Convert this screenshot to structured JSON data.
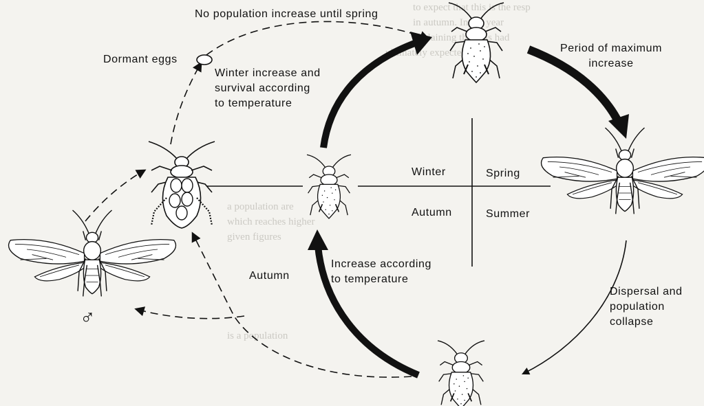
{
  "labels": {
    "no_increase": "No population increase until spring",
    "dormant_eggs": "Dormant eggs",
    "winter_increase": [
      "Winter increase and",
      "survival according",
      "to temperature"
    ],
    "max_increase": [
      "Period of maximum",
      "increase"
    ],
    "increase_temp": [
      "Increase according",
      "to temperature"
    ],
    "autumn": "Autumn",
    "dispersal": [
      "Dispersal and",
      "population",
      "collapse"
    ],
    "male_symbol": "♂"
  },
  "seasons": {
    "winter": "Winter",
    "spring": "Spring",
    "autumn": "Autumn",
    "summer": "Summer"
  },
  "stages": [
    {
      "name": "summer-wingless-aphid"
    },
    {
      "name": "winged-migrant-aphid"
    },
    {
      "name": "autumn-wingless-aphid"
    },
    {
      "name": "overwintering-aphid"
    },
    {
      "name": "egg-laying-female"
    },
    {
      "name": "winged-male"
    }
  ],
  "colors": {
    "ink": "#111111",
    "paper": "#f4f3ef"
  }
}
